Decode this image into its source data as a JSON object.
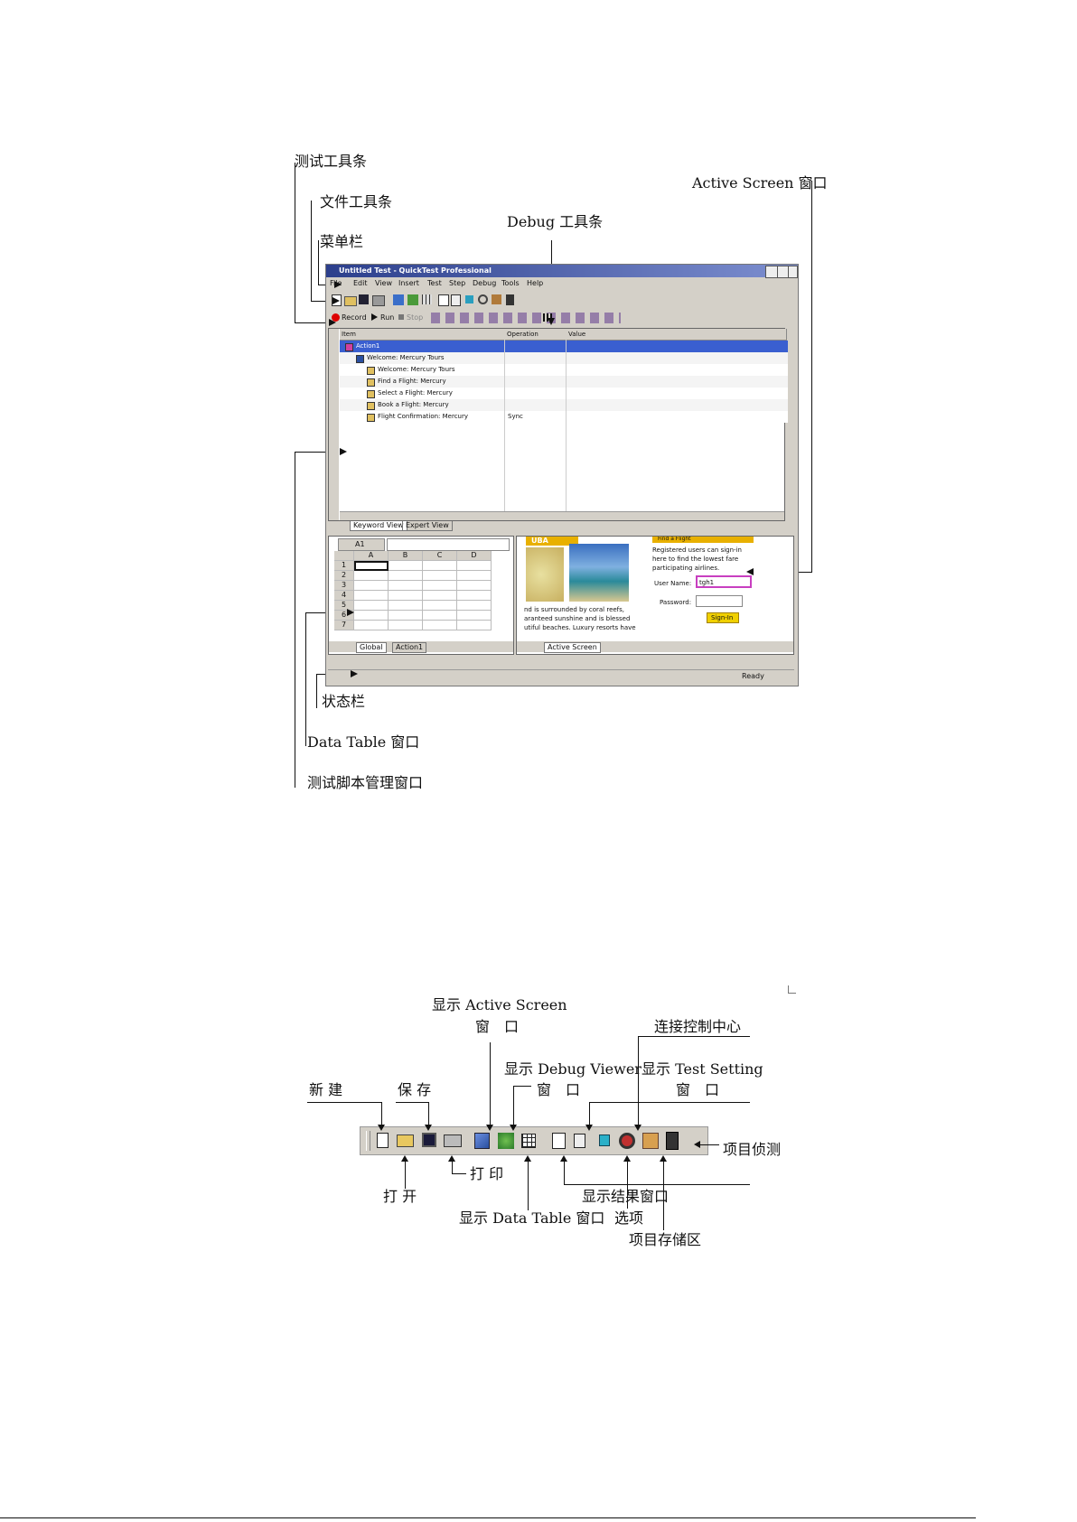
{
  "labels": {
    "test_toolbar": "测试工具条",
    "file_toolbar": "文件工具条",
    "menubar": "菜单栏",
    "debug_toolbar": "Debug 工具条",
    "active_screen_window": "Active Screen 窗口",
    "status_bar": "状态栏",
    "data_table_window": "Data Table 窗口",
    "script_manager_window": "测试脚本管理窗口"
  },
  "qtp": {
    "title": "Untitled Test - QuickTest Professional",
    "menu": [
      "File",
      "Edit",
      "View",
      "Insert",
      "Test",
      "Step",
      "Debug",
      "Tools",
      "Help"
    ],
    "test_toolbar": {
      "record": "Record",
      "run": "Run",
      "stop": "Stop"
    },
    "grid_headers": {
      "item": "Item",
      "operation": "Operation",
      "value": "Value"
    },
    "tree": [
      {
        "text": "Action1",
        "level": 0,
        "operation": ""
      },
      {
        "text": "Welcome: Mercury Tours",
        "level": 1,
        "operation": ""
      },
      {
        "text": "Welcome: Mercury Tours",
        "level": 2,
        "operation": ""
      },
      {
        "text": "Find a Flight: Mercury",
        "level": 2,
        "operation": ""
      },
      {
        "text": "Select a Flight: Mercury",
        "level": 2,
        "operation": ""
      },
      {
        "text": "Book a Flight: Mercury",
        "level": 2,
        "operation": ""
      },
      {
        "text": "Flight Confirmation: Mercury",
        "level": 2,
        "operation": "Sync"
      }
    ],
    "view_tabs": [
      "Keyword View",
      "Expert View"
    ],
    "datatable": {
      "cell_ref": "A1",
      "columns": [
        "A",
        "B",
        "C",
        "D"
      ],
      "rows": [
        "1",
        "2",
        "3",
        "4",
        "5",
        "6",
        "7"
      ],
      "tabs": [
        "Global",
        "Action1"
      ]
    },
    "active_screen": {
      "banner": "UBA",
      "find_flight": "Find a Flight",
      "registered_line1": "Registered users can sign-in",
      "registered_line2": "here to find the lowest fare",
      "registered_line3": "participating airlines.",
      "username_label": "User Name:",
      "username_value": "tgh1",
      "password_label": "Password:",
      "signin": "Sign-In",
      "text1": "nd is surrounded by coral reefs,",
      "text2": "aranteed sunshine and is blessed",
      "text3": "utiful beaches. Luxury resorts have",
      "tab": "Active Screen"
    },
    "status": "Ready"
  },
  "toolbar_labels": {
    "show_active_screen_1": "显示 Active Screen",
    "show_active_screen_2": "窗　口",
    "connect_control_center": "连接控制中心",
    "show_debug_viewer_1": "显示 Debug Viewer",
    "show_debug_viewer_2": "窗　口",
    "show_test_setting_1": "显示 Test Setting",
    "show_test_setting_2": "窗　口",
    "new": "新 建",
    "save": "保 存",
    "object_spy": "项目侦测",
    "print": "打 印",
    "open": "打 开",
    "show_results": "显示结果窗口",
    "show_data_table": "显示 Data Table 窗口",
    "options": "选项",
    "object_repository": "项目存储区"
  }
}
